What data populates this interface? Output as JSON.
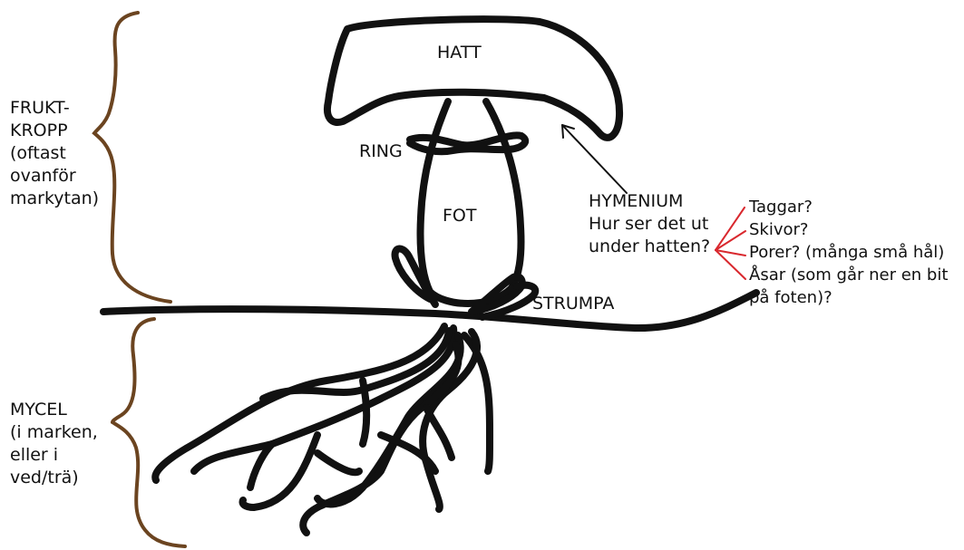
{
  "labels": {
    "hatt": "HATT",
    "ring": "RING",
    "fot": "FOT",
    "strumpa": "STRUMPA",
    "hymenium_lines": [
      "HYMENIUM",
      "Hur ser det ut",
      "under hatten?"
    ],
    "fruktkropp_lines": [
      "FRUKT-",
      "KROPP",
      "(oftast",
      "ovanför",
      "markytan)"
    ],
    "mycel_lines": [
      "MYCEL",
      "(i marken,",
      "eller i",
      "ved/trä)"
    ],
    "options": [
      "Taggar?",
      "Skivor?",
      "Porer? (många små hål)",
      "Åsar (som går ner en bit",
      "på foten)?"
    ]
  },
  "colors": {
    "ink": "#111111",
    "bracket": "#6b4420",
    "option_lines": "#d9282e"
  }
}
